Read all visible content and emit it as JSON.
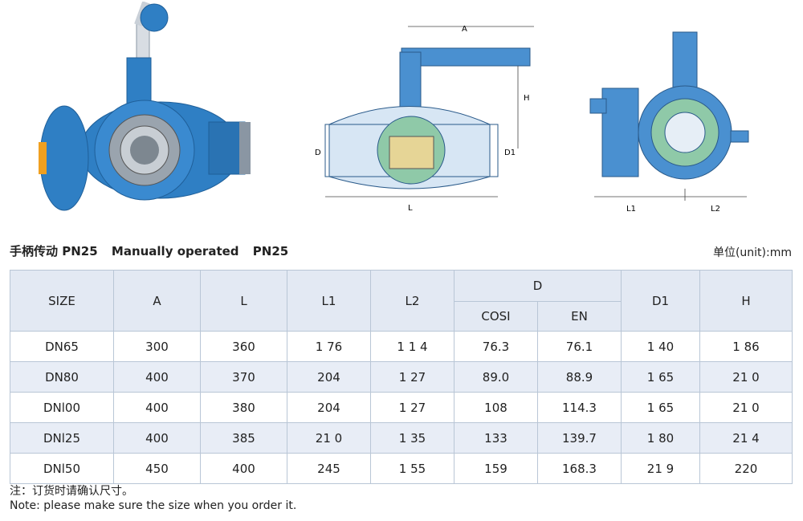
{
  "drawings": {
    "front_dim_A": "A",
    "front_dim_H": "H",
    "front_dim_D": "D",
    "front_dim_D1": "D1",
    "front_dim_L": "L",
    "side_dim_L1": "L1",
    "side_dim_L2": "L2"
  },
  "heading": {
    "cn": "手柄传动 PN25",
    "en": "Manually operated",
    "pn": "PN25"
  },
  "unit_label": "单位(unit):mm",
  "table": {
    "headers": {
      "size": "SIZE",
      "a": "A",
      "l": "L",
      "l1": "L1",
      "l2": "L2",
      "d": "D",
      "d_cosi": "COSI",
      "d_en": "EN",
      "d1": "D1",
      "h": "H"
    },
    "rows": [
      [
        "DN65",
        "300",
        "360",
        "1 76",
        "1 1 4",
        "76.3",
        "76.1",
        "1 40",
        "1 86"
      ],
      [
        "DN80",
        "400",
        "370",
        "204",
        "1 27",
        "89.0",
        "88.9",
        "1 65",
        "21 0"
      ],
      [
        "DNl00",
        "400",
        "380",
        "204",
        "1 27",
        "108",
        "114.3",
        "1 65",
        "21 0"
      ],
      [
        "DNl25",
        "400",
        "385",
        "21 0",
        "1 35",
        "133",
        "139.7",
        "1 80",
        "21 4"
      ],
      [
        "DNl50",
        "450",
        "400",
        "245",
        "1 55",
        "159",
        "168.3",
        "21 9",
        "220"
      ]
    ]
  },
  "notes": {
    "cn": "注：订货时请确认尺寸。",
    "en": "Note: please make sure the size when you order it."
  },
  "colors": {
    "valve_blue": "#2f7fc4",
    "drawing_blue": "#4a90d0",
    "ball_green": "#8fc9a8",
    "header_bg": "#e3e9f3",
    "row_alt_bg": "#e8edf6",
    "border": "#b9c6d6"
  }
}
